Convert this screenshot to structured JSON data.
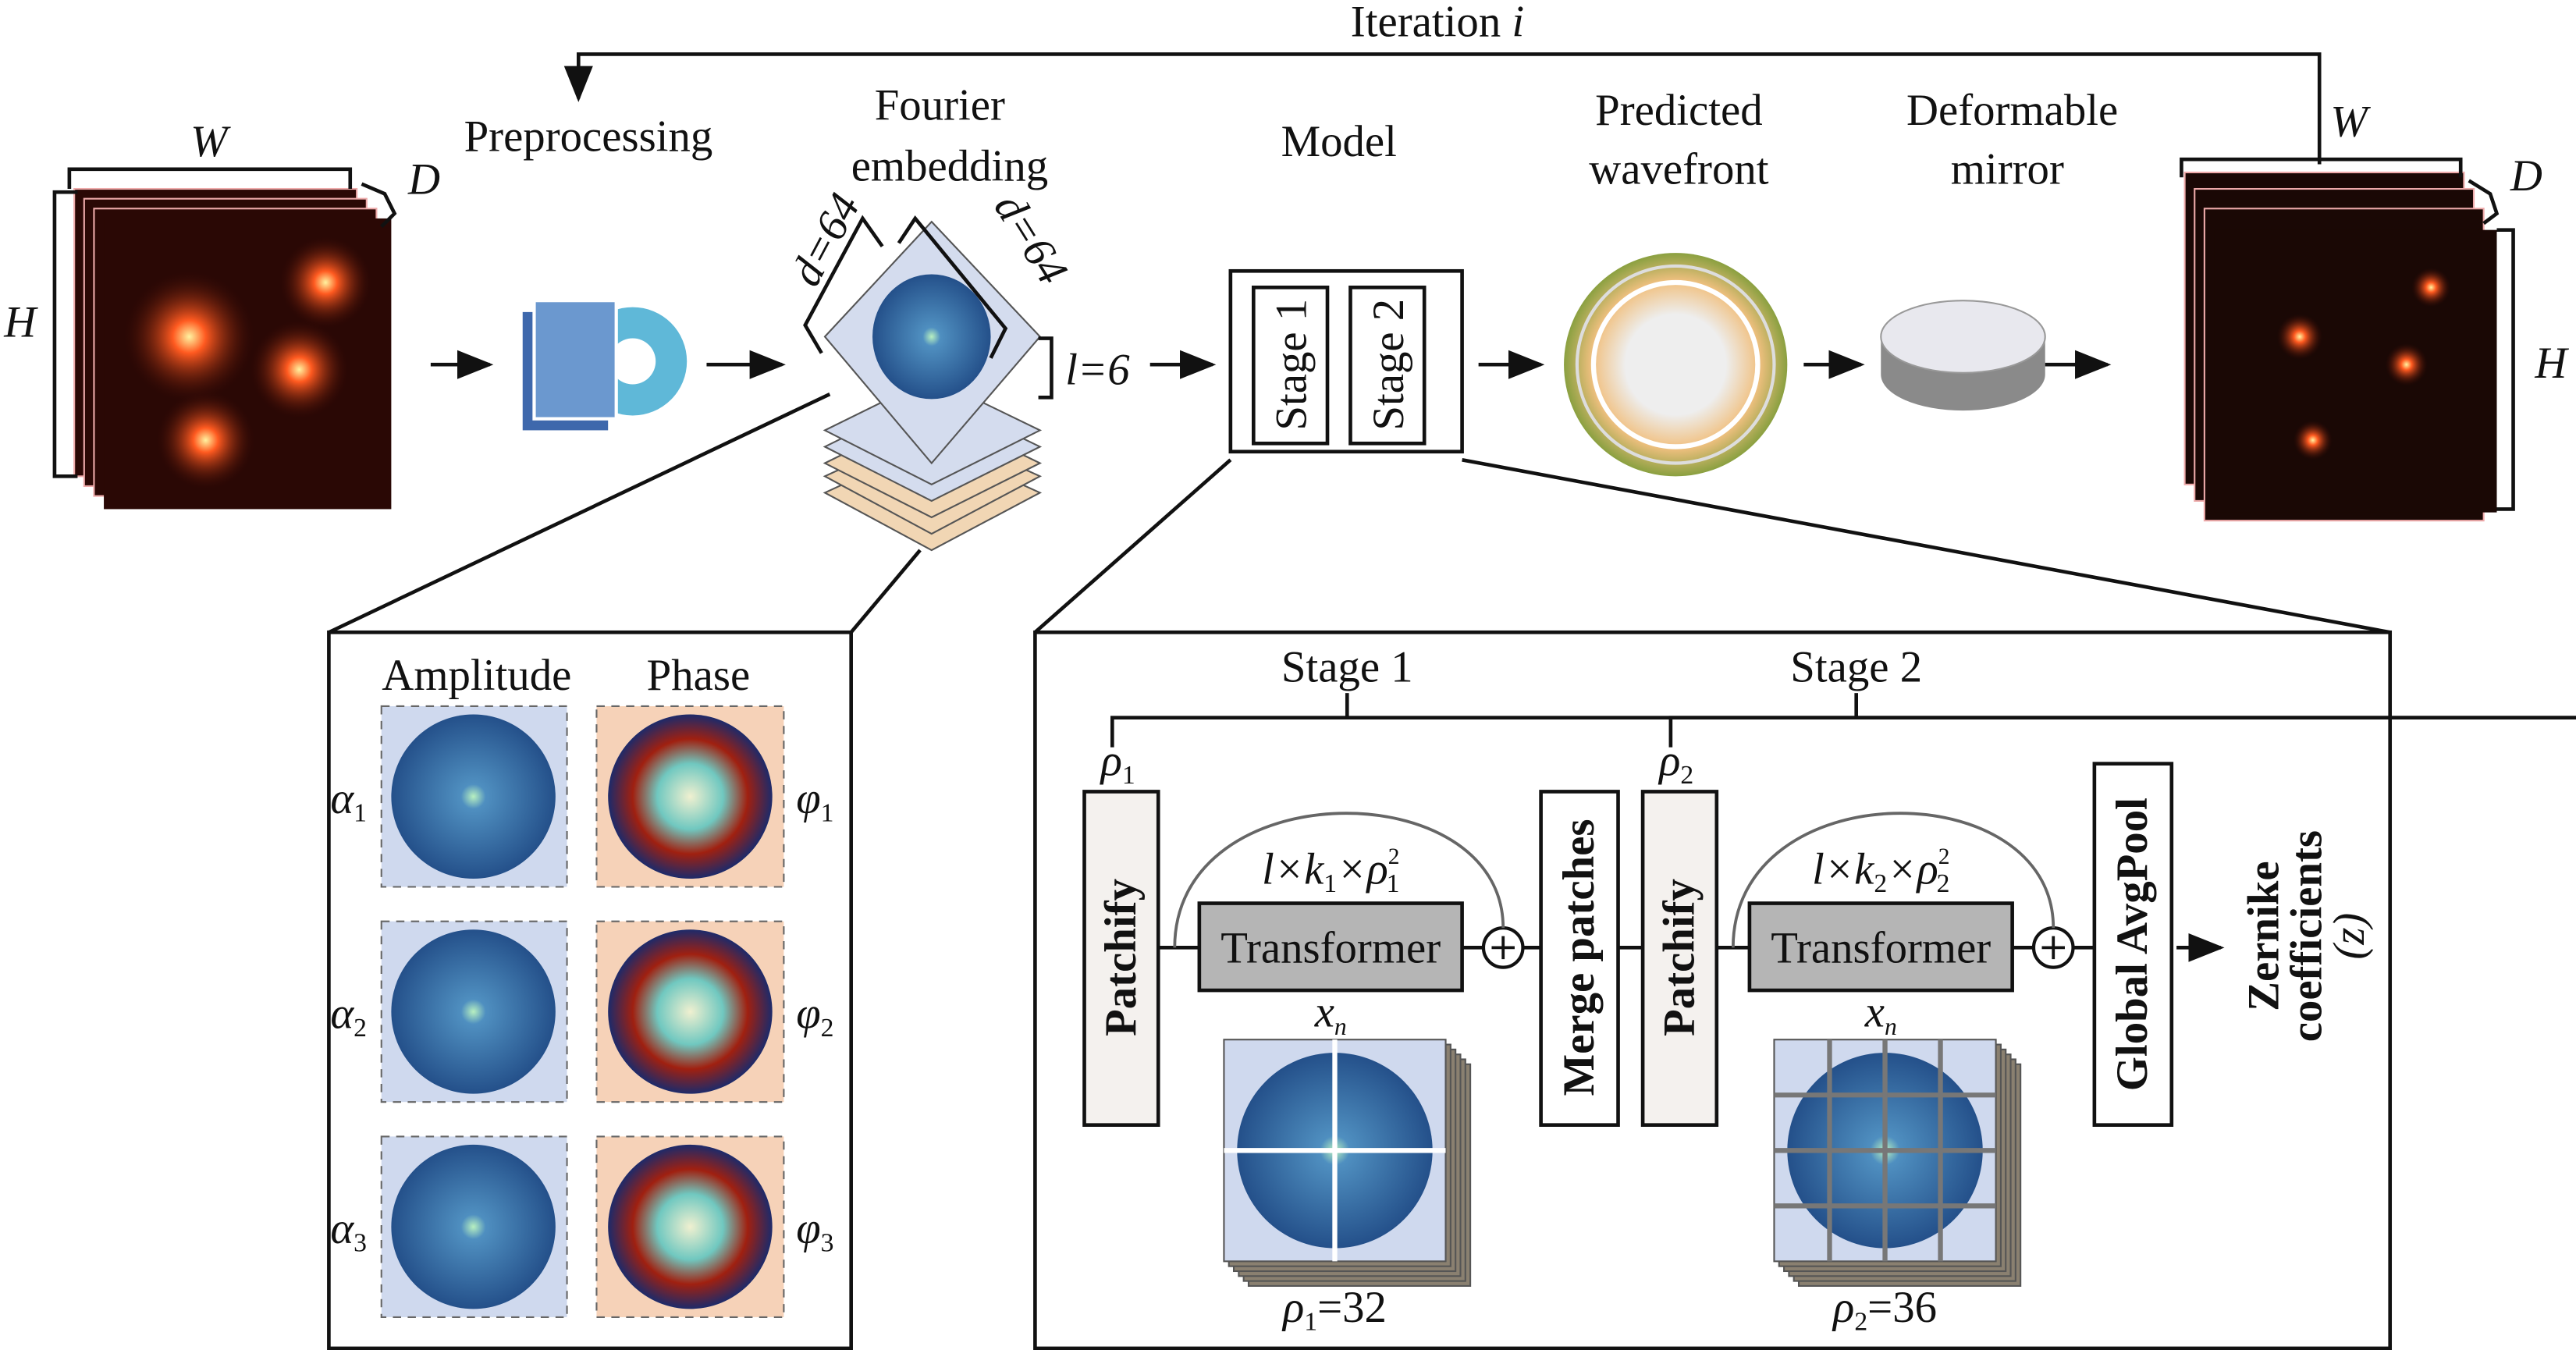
{
  "top": {
    "iteration": "Iteration",
    "iteration_var": "i",
    "preprocessing": "Preprocessing",
    "fourier_line1": "Fourier",
    "fourier_line2": "embedding",
    "model": "Model",
    "wavefront_line1": "Predicted",
    "wavefront_line2": "wavefront",
    "mirror_line1": "Deformable",
    "mirror_line2": "mirror",
    "input_w": "W",
    "input_h": "H",
    "input_d": "D",
    "output_w": "W",
    "output_h": "H",
    "output_d": "D",
    "d1": "d=64",
    "d2": "d=64",
    "l": "l=6",
    "stage1": "Stage 1",
    "stage2": "Stage 2"
  },
  "embedding_panel": {
    "amplitude": "Amplitude",
    "phase": "Phase",
    "alpha": "α",
    "phi": "φ",
    "rows": [
      {
        "idx": "1"
      },
      {
        "idx": "2"
      },
      {
        "idx": "3"
      }
    ]
  },
  "model_panel": {
    "stage1": {
      "title": "Stage 1",
      "rho": "ρ",
      "rho_sub": "1",
      "patchify": "Patchify",
      "expr": "l×k",
      "k_sub": "1",
      "times": "×ρ",
      "rho_sup": "2",
      "rho_sub2": "1",
      "transformer": "Transformer",
      "x": "x",
      "x_sub": "n",
      "merge": "Merge patches",
      "rho_value": "=32"
    },
    "stage2": {
      "title": "Stage 2",
      "rho": "ρ",
      "rho_sub": "2",
      "patchify": "Patchify",
      "expr": "l×k",
      "k_sub": "2",
      "times": "×ρ",
      "rho_sup": "2",
      "rho_sub2": "2",
      "transformer": "Transformer",
      "x": "x",
      "x_sub": "n",
      "pool": "Global AvgPool",
      "rho_value": "=36"
    },
    "output_line1": "Zernike",
    "output_line2": "coefficients",
    "output_line3": "(z)"
  },
  "colors": {
    "psf": "#c8281a",
    "embedding_blue": "#2f5f9a",
    "tile_bg": "#cfd9ee",
    "phase_bg": "#f6d2b8",
    "transformer": "#b5b5b5",
    "patchify": "#f4f1ee"
  }
}
